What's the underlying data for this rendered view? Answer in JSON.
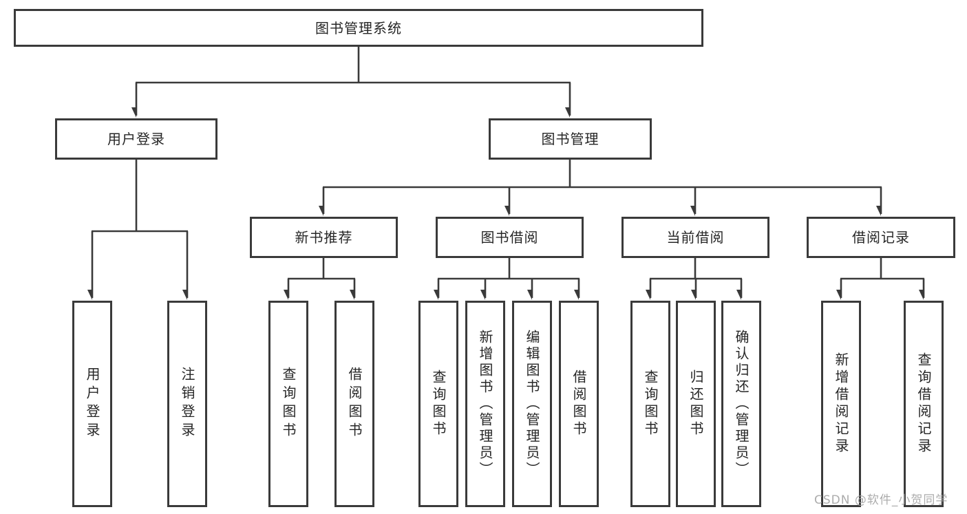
{
  "root": {
    "label": "图书管理系统"
  },
  "user_login": {
    "label": "用户登录",
    "children": [
      {
        "label": "用户登录"
      },
      {
        "label": "注销登录"
      }
    ]
  },
  "book_mgmt": {
    "label": "图书管理",
    "sections": {
      "new_book": {
        "label": "新书推荐",
        "children": [
          {
            "label": "查询图书"
          },
          {
            "label": "借阅图书"
          }
        ]
      },
      "borrow": {
        "label": "图书借阅",
        "children": [
          {
            "label": "查询图书"
          },
          {
            "label": "新增图书（管理员）"
          },
          {
            "label": "编辑图书（管理员）"
          },
          {
            "label": "借阅图书"
          }
        ]
      },
      "current": {
        "label": "当前借阅",
        "children": [
          {
            "label": "查询图书"
          },
          {
            "label": "归还图书"
          },
          {
            "label": "确认归还（管理员）"
          }
        ]
      },
      "record": {
        "label": "借阅记录",
        "children": [
          {
            "label": "新增借阅记录"
          },
          {
            "label": "查询借阅记录"
          }
        ]
      }
    }
  },
  "watermark": {
    "text": "CSDN @软件_小贺同学"
  },
  "colors": {
    "line": "#3a3a3a",
    "box_border": "#3a3a3a",
    "box_background": "#ffffff",
    "text": "#262626",
    "watermark": "#9e9e9e",
    "page_background": "#ffffff"
  }
}
